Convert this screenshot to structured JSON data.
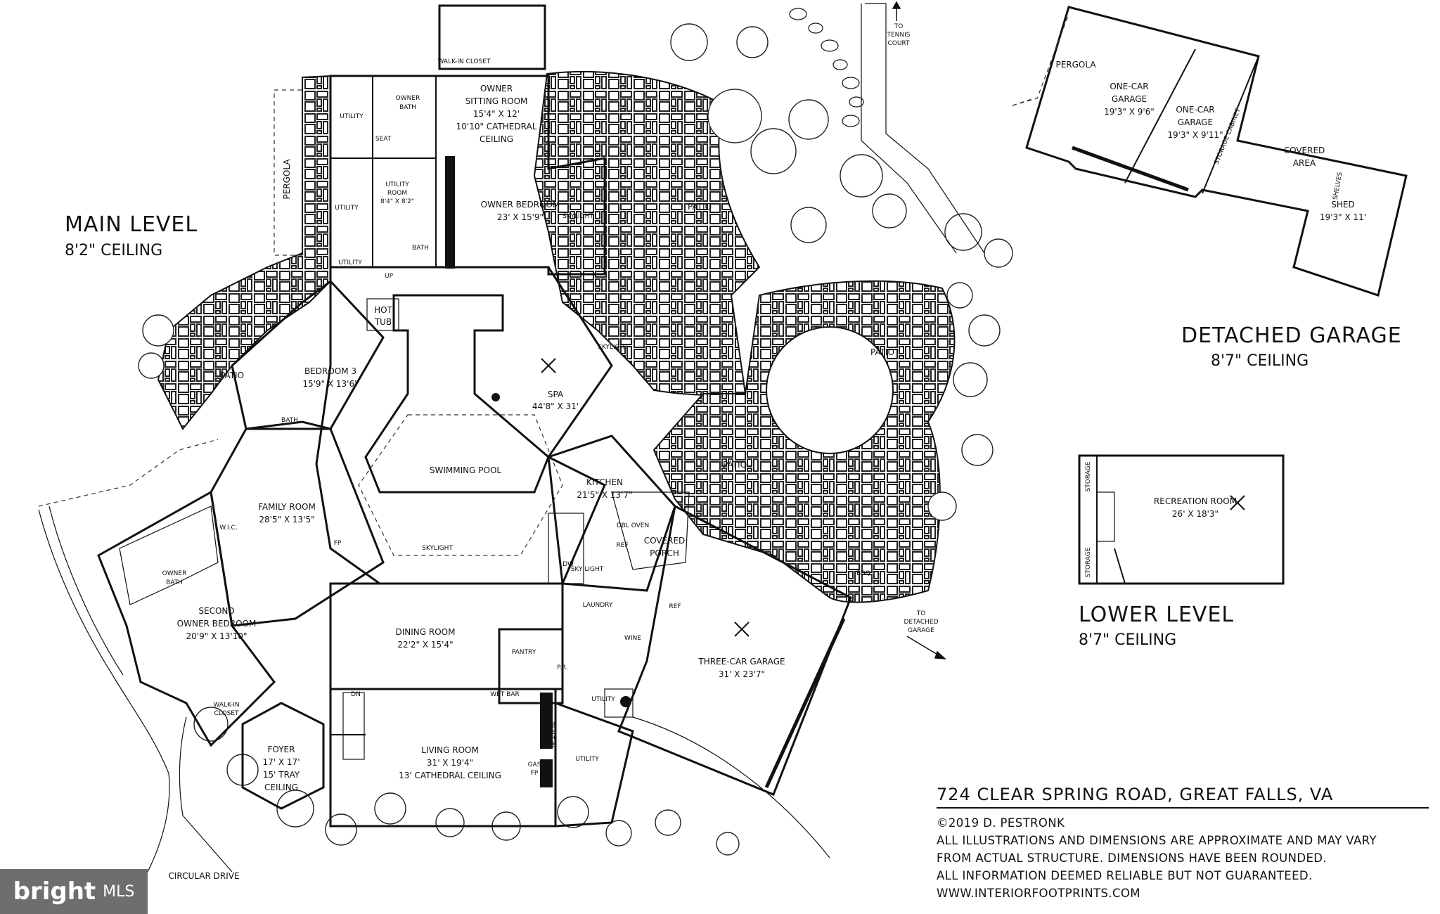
{
  "levels": {
    "main": {
      "title": "MAIN LEVEL",
      "ceiling": "8'2\" CEILING"
    },
    "detached": {
      "title": "DETACHED GARAGE",
      "ceiling": "8'7\" CEILING"
    },
    "lower": {
      "title": "LOWER LEVEL",
      "ceiling": "8'7\" CEILING"
    }
  },
  "rooms": {
    "walk_in_closet_top": "WALK-IN CLOSET",
    "owner_sitting_room": {
      "name": "OWNER",
      "name2": "SITTING ROOM",
      "dims": "15'4\" X 12'",
      "note": "10'10\" CATHEDRAL",
      "note2": "CEILING"
    },
    "owner_bath": {
      "name": "OWNER",
      "name2": "BATH"
    },
    "utility_1": "UTILITY",
    "utility_2": "UTILITY",
    "utility_3": "UTILITY",
    "utility_room": {
      "name": "UTILITY",
      "name2": "ROOM",
      "dims": "8'4\" X 8'2\""
    },
    "bath_small": "BATH",
    "seat": "SEAT",
    "owner_bedroom": {
      "name": "OWNER BEDROOM",
      "dims": "23' X 15'9\""
    },
    "skylight_1": "SKYLIGHT",
    "skylight_2": "SKYLIGHT",
    "skylight_3": "SKYLIGHT",
    "sky_light": "SKY LIGHT",
    "pergola_main": "PERGOLA",
    "hot_tub": {
      "l1": "HOT",
      "l2": "TUB"
    },
    "spa": {
      "name": "SPA",
      "dims": "44'8\" X 31'"
    },
    "swimming_pool": "SWIMMING POOL",
    "bedroom_3": {
      "name": "BEDROOM 3",
      "dims": "15'9\" X 13'6\""
    },
    "bath_2": "BATH",
    "patio_left": "PATIO",
    "patio_top": "PATIO",
    "patio_right": "PATIO",
    "patio_center": "PATIO",
    "family_room": {
      "name": "FAMILY ROOM",
      "dims": "28'5\" X 13'5\""
    },
    "fp": "FP",
    "wic": "W.I.C.",
    "owner_bath_2": {
      "name": "OWNER",
      "name2": "BATH"
    },
    "second_owner_bedroom": {
      "name": "SECOND",
      "name2": "OWNER BEDROOM",
      "dims": "20'9\" X 13'10\""
    },
    "walk_in_closet_2": {
      "name": "WALK-IN",
      "name2": "CLOSET"
    },
    "kitchen": {
      "name": "KITCHEN",
      "dims": "21'5\" X 13'7\""
    },
    "covered_porch": {
      "name": "COVERED",
      "name2": "PORCH"
    },
    "laundry": "LAUNDRY",
    "ref": "REF",
    "ref_2": "REF",
    "wine": "WINE",
    "dbl_oven": "DBL OVEN",
    "dw": "DW",
    "dining_room": {
      "name": "DINING ROOM",
      "dims": "22'2\" X 15'4\""
    },
    "pantry": "PANTRY",
    "pr": "P.R.",
    "wet_bar": "WET BAR",
    "utility_garage": "UTILITY",
    "utility_bottom": "UTILITY",
    "three_car_garage": {
      "name": "THREE-CAR GARAGE",
      "dims": "31' X 23'7\""
    },
    "bbq": "BBQ",
    "foyer": {
      "name": "FOYER",
      "dims": "17' X 17'",
      "note": "15' TRAY",
      "note2": "CEILING"
    },
    "living_room": {
      "name": "LIVING ROOM",
      "dims": "31' X 19'4\"",
      "note": "13' CATHEDRAL CEILING"
    },
    "built_in": "BUILT-IN",
    "gas_fp": {
      "l1": "GAS",
      "l2": "FP"
    },
    "dn": "DN",
    "up": "UP",
    "circular_drive": "CIRCULAR DRIVE",
    "to_tennis": {
      "l1": "TO",
      "l2": "TENNIS",
      "l3": "COURT"
    },
    "to_garage": {
      "l1": "TO",
      "l2": "DETACHED",
      "l3": "GARAGE"
    },
    "pergola_garage": "PERGOLA",
    "one_car_1": {
      "name": "ONE-CAR",
      "name2": "GARAGE",
      "dims": "19'3\" X 9'6\""
    },
    "one_car_2": {
      "name": "ONE-CAR",
      "name2": "GARAGE",
      "dims": "19'3\" X 9'11\""
    },
    "storage_cabinet": "STORAGE CABINET",
    "covered_area": {
      "name": "COVERED",
      "name2": "AREA"
    },
    "shelves": "SHELVES",
    "shed": {
      "name": "SHED",
      "dims": "19'3\" X 11'"
    },
    "recreation_room": {
      "name": "RECREATION ROOM",
      "dims": "26' X 18'3\""
    },
    "storage_1": "STORAGE",
    "storage_2": "STORAGE"
  },
  "info": {
    "address": "724 CLEAR SPRING ROAD, GREAT FALLS, VA",
    "copyright": "©2019 D. PESTRONK",
    "line1": "ALL ILLUSTRATIONS AND DIMENSIONS ARE APPROXIMATE AND MAY VARY",
    "line2": "FROM ACTUAL STRUCTURE. DIMENSIONS HAVE BEEN ROUNDED.",
    "line3": "ALL INFORMATION DEEMED RELIABLE BUT NOT GUARANTEED.",
    "website": "WWW.INTERIORFOOTPRINTS.COM"
  },
  "watermark": {
    "brand": "bright",
    "suffix": "MLS"
  }
}
